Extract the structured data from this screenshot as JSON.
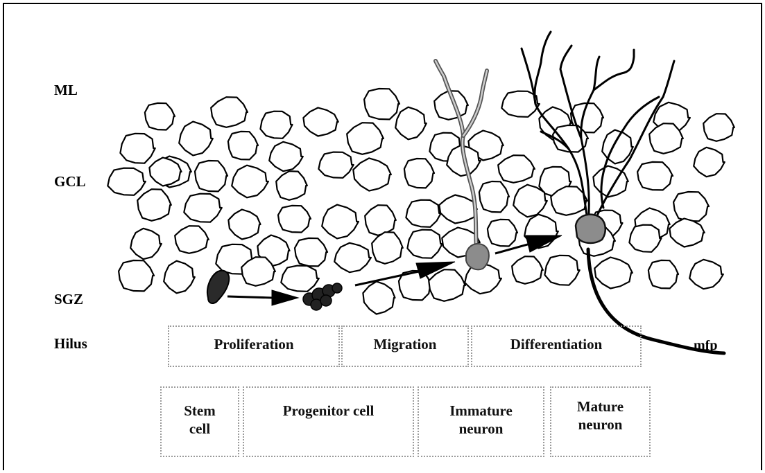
{
  "layers": {
    "ml": "ML",
    "gcl": "GCL",
    "sgz": "SGZ",
    "hilus": "Hilus"
  },
  "processes": {
    "proliferation": "Proliferation",
    "migration": "Migration",
    "differentiation": "Differentiation"
  },
  "stages": {
    "stem_cell": {
      "line1": "Stem",
      "line2": "cell"
    },
    "progenitor_cell": "Progenitor cell",
    "immature_neuron": {
      "line1": "Immature",
      "line2": "neuron"
    },
    "mature_neuron": {
      "line1": "Mature",
      "line2": "neuron"
    }
  },
  "mfp_label": "mfp",
  "colors": {
    "outline": "#000000",
    "box_border": "#9a9a9a",
    "immature_fill": "#8c8c8c",
    "stem_fill": "#2a2a2a"
  }
}
